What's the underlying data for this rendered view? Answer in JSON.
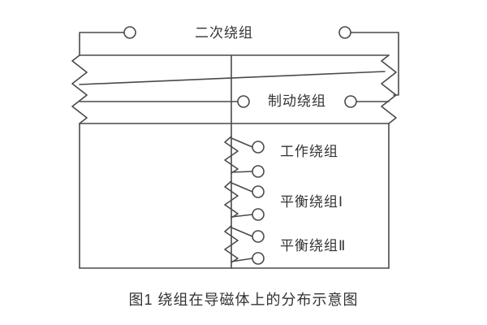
{
  "figure": {
    "caption": "图1 绕组在导磁体上的分布示意图",
    "windings": {
      "secondary": {
        "label": "二次绕组"
      },
      "brake": {
        "label": "制动绕组"
      },
      "working": {
        "label": "工作绕组"
      },
      "balance_i": {
        "label": "平衡绕组Ⅰ"
      },
      "balance_ii": {
        "label": "平衡绕组Ⅱ"
      }
    },
    "colors": {
      "line": "#4a4a4a",
      "text": "#333333",
      "terminal_fill": "#ffffff",
      "background": "#ffffff"
    }
  }
}
